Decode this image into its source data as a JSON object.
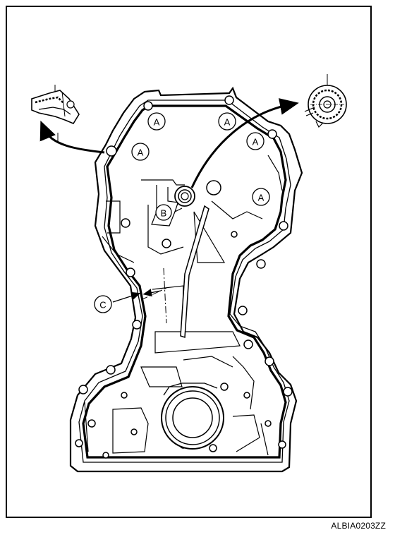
{
  "figure": {
    "id_label": "ALBIA0203ZZ"
  },
  "callouts": {
    "a": "A",
    "b": "B",
    "c": "C"
  }
}
